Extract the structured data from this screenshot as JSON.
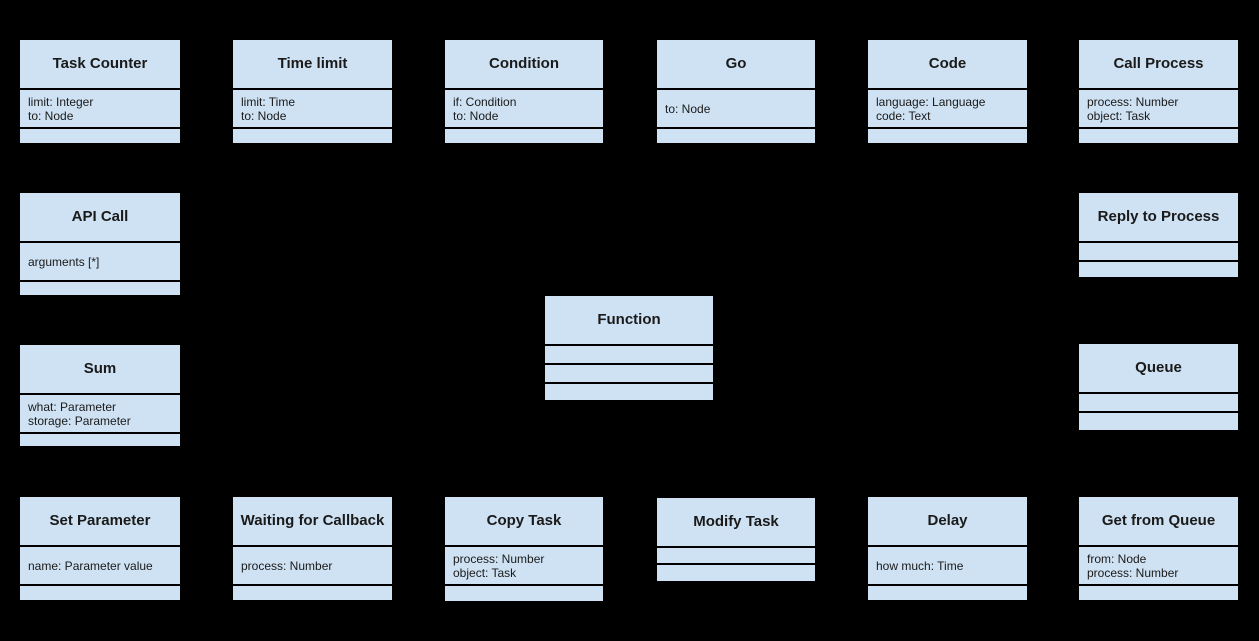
{
  "diagram": {
    "type": "uml-class-diagram",
    "background_color": "#000000",
    "box_fill_color": "#cfe2f3",
    "box_border_color": "#000000",
    "classes": {
      "task_counter": {
        "title": "Task Counter",
        "attributes": [
          "limit: Integer",
          "to: Node"
        ]
      },
      "time_limit": {
        "title": "Time limit",
        "attributes": [
          "limit: Time",
          "to: Node"
        ]
      },
      "condition": {
        "title": "Condition",
        "attributes": [
          "if: Condition",
          "to: Node"
        ]
      },
      "go": {
        "title": "Go",
        "attributes": [
          "to: Node"
        ]
      },
      "code": {
        "title": "Code",
        "attributes": [
          "language: Language",
          "code: Text"
        ]
      },
      "call_process": {
        "title": "Call Process",
        "attributes": [
          "process: Number",
          "object: Task"
        ]
      },
      "api_call": {
        "title": "API Call",
        "attributes": [
          "arguments [*]"
        ]
      },
      "reply_to_process": {
        "title": "Reply to Process",
        "attributes": []
      },
      "function": {
        "title": "Function",
        "attributes": []
      },
      "sum": {
        "title": "Sum",
        "attributes": [
          "what: Parameter",
          "storage: Parameter"
        ]
      },
      "queue": {
        "title": "Queue",
        "attributes": []
      },
      "set_parameter": {
        "title": "Set Parameter",
        "attributes": [
          "name: Parameter value"
        ]
      },
      "waiting_for_callback": {
        "title": "Waiting for Callback",
        "attributes": [
          "process: Number"
        ]
      },
      "copy_task": {
        "title": "Copy Task",
        "attributes": [
          "process: Number",
          "object: Task"
        ]
      },
      "modify_task": {
        "title": "Modify Task",
        "attributes": []
      },
      "delay": {
        "title": "Delay",
        "attributes": [
          "how much: Time"
        ]
      },
      "get_from_queue": {
        "title": "Get from Queue",
        "attributes": [
          "from: Node",
          "process: Number"
        ]
      }
    }
  }
}
